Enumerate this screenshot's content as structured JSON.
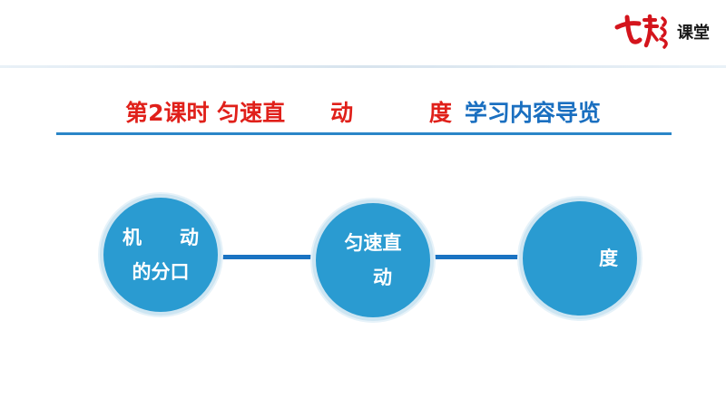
{
  "logo": {
    "text": "课堂",
    "colors": {
      "brush": "#d4141c",
      "text": "#1a1a1a"
    }
  },
  "title": {
    "red_part": "第2课时 匀速直　　动 　　　度",
    "blue_part": "学习内容导览",
    "colors": {
      "red": "#e0201a",
      "blue": "#1a6fc0",
      "underline": "#2a86c8"
    }
  },
  "nodes": [
    {
      "line1": "机　　动",
      "line2": "的分口"
    },
    {
      "line1": "匀速直　",
      "line2": "　动"
    },
    {
      "line1": "　　　度"
    }
  ],
  "colors": {
    "circle_fill": "#2a9bd1",
    "circle_ring": "#cde5f2",
    "connector": "#1a73c2"
  }
}
